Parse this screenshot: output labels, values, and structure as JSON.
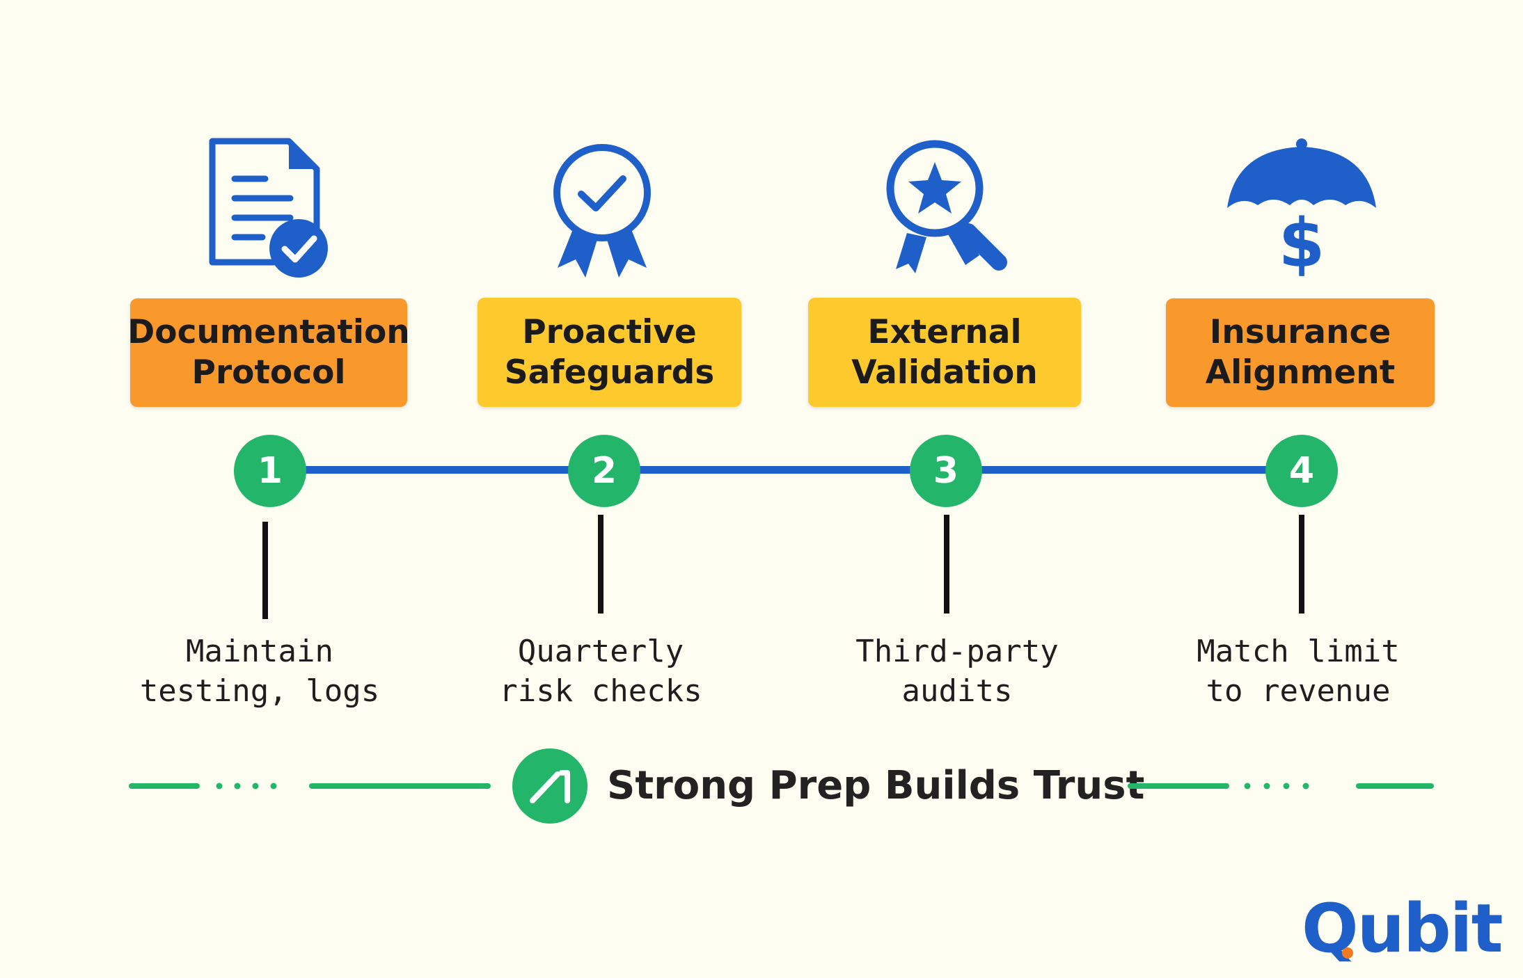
{
  "steps": [
    {
      "number": "1",
      "title": "Documentation\nProtocol",
      "description": "Maintain\ntesting, logs",
      "icon": "document-check-icon",
      "color": "#f9982b"
    },
    {
      "number": "2",
      "title": "Proactive\nSafeguards",
      "description": "Quarterly\nrisk checks",
      "icon": "award-ribbon-check-icon",
      "color": "#fdc92c"
    },
    {
      "number": "3",
      "title": "External\nValidation",
      "description": "Third-party\naudits",
      "icon": "magnifier-star-icon",
      "color": "#fdc92c"
    },
    {
      "number": "4",
      "title": "Insurance\nAlignment",
      "description": "Match limit\nto revenue",
      "icon": "umbrella-dollar-icon",
      "color": "#f9982b"
    }
  ],
  "footer": {
    "title": "Strong Prep Builds Trust",
    "icon": "growth-arrow-icon"
  },
  "brand": {
    "name": "Qubit",
    "color": "#1f5fc9",
    "accent": "#f47a20"
  },
  "colors": {
    "timeline": "#1f5fc9",
    "step_badge": "#23b56a",
    "footer_line": "#23b56a"
  }
}
